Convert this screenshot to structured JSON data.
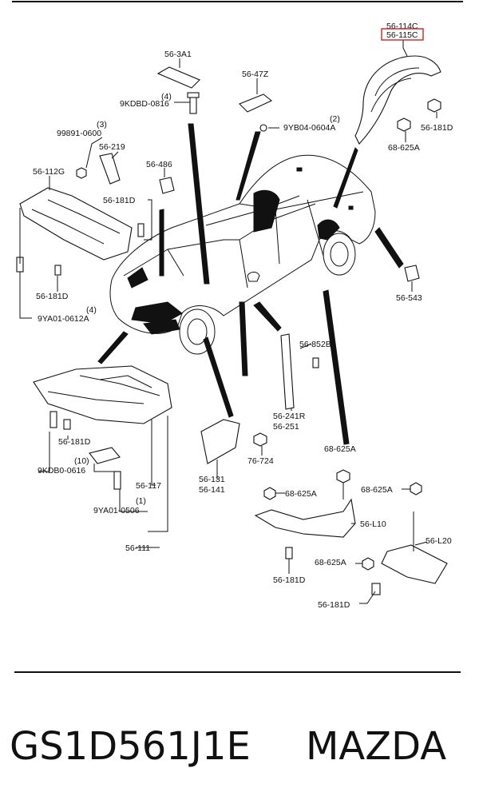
{
  "labels": {
    "l_56_114c": "56-114C",
    "l_56_115c": "56-115C",
    "l_56_3a1": "56-3A1",
    "l_qty4a": "(4)",
    "l_9kdbd_0816": "9KDBD-0816",
    "l_56_47z": "56-47Z",
    "l_qty2": "(2)",
    "l_9yb04_0604a": "9YB04-0604A",
    "l_56_181d_r": "56-181D",
    "l_68_625a_r": "68-625A",
    "l_qty3": "(3)",
    "l_99891_0600": "99891-0600",
    "l_56_219": "56-219",
    "l_56_112g": "56-112G",
    "l_56_486": "56-486",
    "l_56_181d_a": "56-181D",
    "l_56_181d_b": "56-181D",
    "l_qty4b": "(4)",
    "l_9ya01_0612a": "9YA01-0612A",
    "l_56_543": "56-543",
    "l_56_852b": "56-852B",
    "l_56_241r": "56-241R",
    "l_56_251": "56-251",
    "l_56_181d_c": "56-181D",
    "l_qty10": "(10)",
    "l_9kdb0_0616": "9KDB0-0616",
    "l_56_117": "56-117",
    "l_qty1": "(1)",
    "l_9ya01_0506": "9YA01-0506",
    "l_56_111": "56-111",
    "l_56_131": "56-131",
    "l_56_141": "56-141",
    "l_76_724": "76-724",
    "l_68_625a_1": "68-625A",
    "l_68_625a_2": "68-625A",
    "l_68_625a_3": "68-625A",
    "l_56_l10": "56-L10",
    "l_56_l20": "56-L20",
    "l_68_625a_4": "68-625A",
    "l_56_181d_d": "56-181D",
    "l_56_181d_e": "56-181D"
  },
  "caption": {
    "part_number": "GS1D561J1E",
    "brand": "MAZDA"
  },
  "highlight_color": "#d32020"
}
